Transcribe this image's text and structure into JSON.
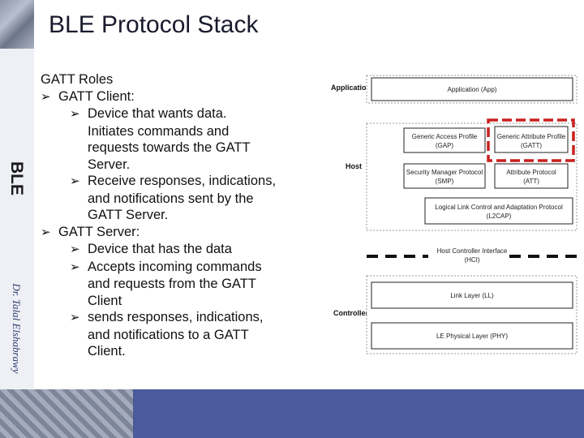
{
  "slide": {
    "title": "BLE Protocol Stack",
    "side_label": "BLE",
    "author": "Dr. Talal Elshabrawy"
  },
  "bullets": {
    "roles": "GATT Roles",
    "client_heading": "GATT Client:",
    "client_1": [
      "Device that wants data.",
      "Initiates commands and",
      "requests towards the GATT",
      "Server."
    ],
    "client_2": [
      "Receive responses, indications,",
      "and notifications sent by the",
      "GATT Server."
    ],
    "server_heading": "GATT Server:",
    "server_1": [
      "Device that has the data"
    ],
    "server_2": [
      "Accepts incoming commands",
      "and requests from the GATT",
      "Client"
    ],
    "server_3": [
      "sends responses, indications,",
      "and notifications to a GATT",
      "Client."
    ]
  },
  "diagram": {
    "side_labels": {
      "application": "Application",
      "host": "Host",
      "controller": "Controller"
    },
    "boxes": {
      "app": [
        "Application (App)"
      ],
      "gap": [
        "Generic Access Profile",
        "(GAP)"
      ],
      "gatt": [
        "Generic Attribute Profile",
        "(GATT)"
      ],
      "smp": [
        "Security Manager Protocol",
        "(SMP)"
      ],
      "att": [
        "Attribute Protocol",
        "(ATT)"
      ],
      "l2cap": [
        "Logical Link Control and Adaptation Protocol",
        "(L2CAP)"
      ],
      "hci": [
        "Host Controller Interface",
        "(HCI)"
      ],
      "ll": [
        "Link Layer (LL)"
      ],
      "phy": [
        "LE Physical Layer (PHY)"
      ]
    },
    "highlight_color": "#c8201f"
  }
}
